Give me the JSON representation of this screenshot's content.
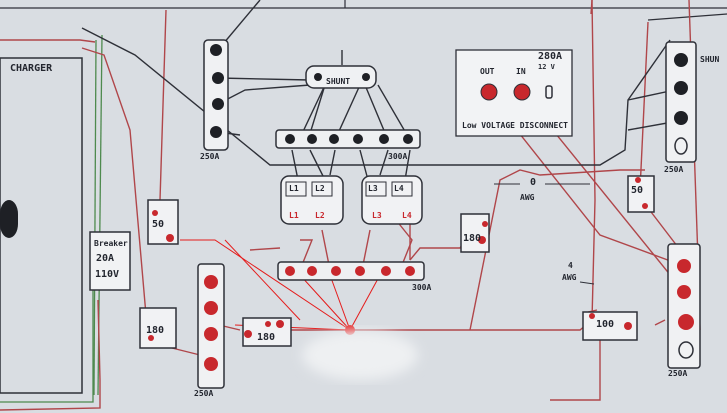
{
  "labels": {
    "charger": "CHARGER",
    "shunt": "SHUNT",
    "breaker_1": "Breaker",
    "breaker_2": "20A",
    "breaker_3": "110V",
    "fuse_50_left": "50",
    "fuse_180_left": "180",
    "fuse_180_mid": "180",
    "fuse_180_bottom": "180",
    "fuse_50_right": "50",
    "fuse_100": "100",
    "bus_250_left": "250A",
    "bus_300_top": "300A",
    "bus_300_bottom": "300A",
    "bus_250_bottom": "250A",
    "bus_250_right_top": "250A",
    "bus_250_right_bottom": "250A",
    "disconnect_rating": "280A",
    "disconnect_volt": "12 V",
    "disconnect_out": "OUT",
    "disconnect_in": "IN",
    "disconnect_name": "Low VOLTAGE DISCONNECT",
    "awg_0": "0",
    "awg_0_unit": "AWG",
    "awg_4": "4",
    "awg_4_unit": "AWG",
    "batt_l1": "L1",
    "batt_l2": "L2",
    "batt_l3": "L3",
    "batt_l4": "L4",
    "batt_r1": "L1",
    "batt_r2": "L2",
    "batt_r3": "L3",
    "batt_r4": "L4",
    "shunt_right": "SHUN"
  },
  "colors": {
    "background": "#d9dde2",
    "ink": "#23262f",
    "positive_wire": "#b0464a",
    "highlight_red": "#e51b1b",
    "terminal_black": "#1e2025",
    "terminal_red": "#c8282d",
    "negative_wire": "#2e3038",
    "ground_wire": "#4e8a4e",
    "blur_patch": "#eef0f2"
  }
}
